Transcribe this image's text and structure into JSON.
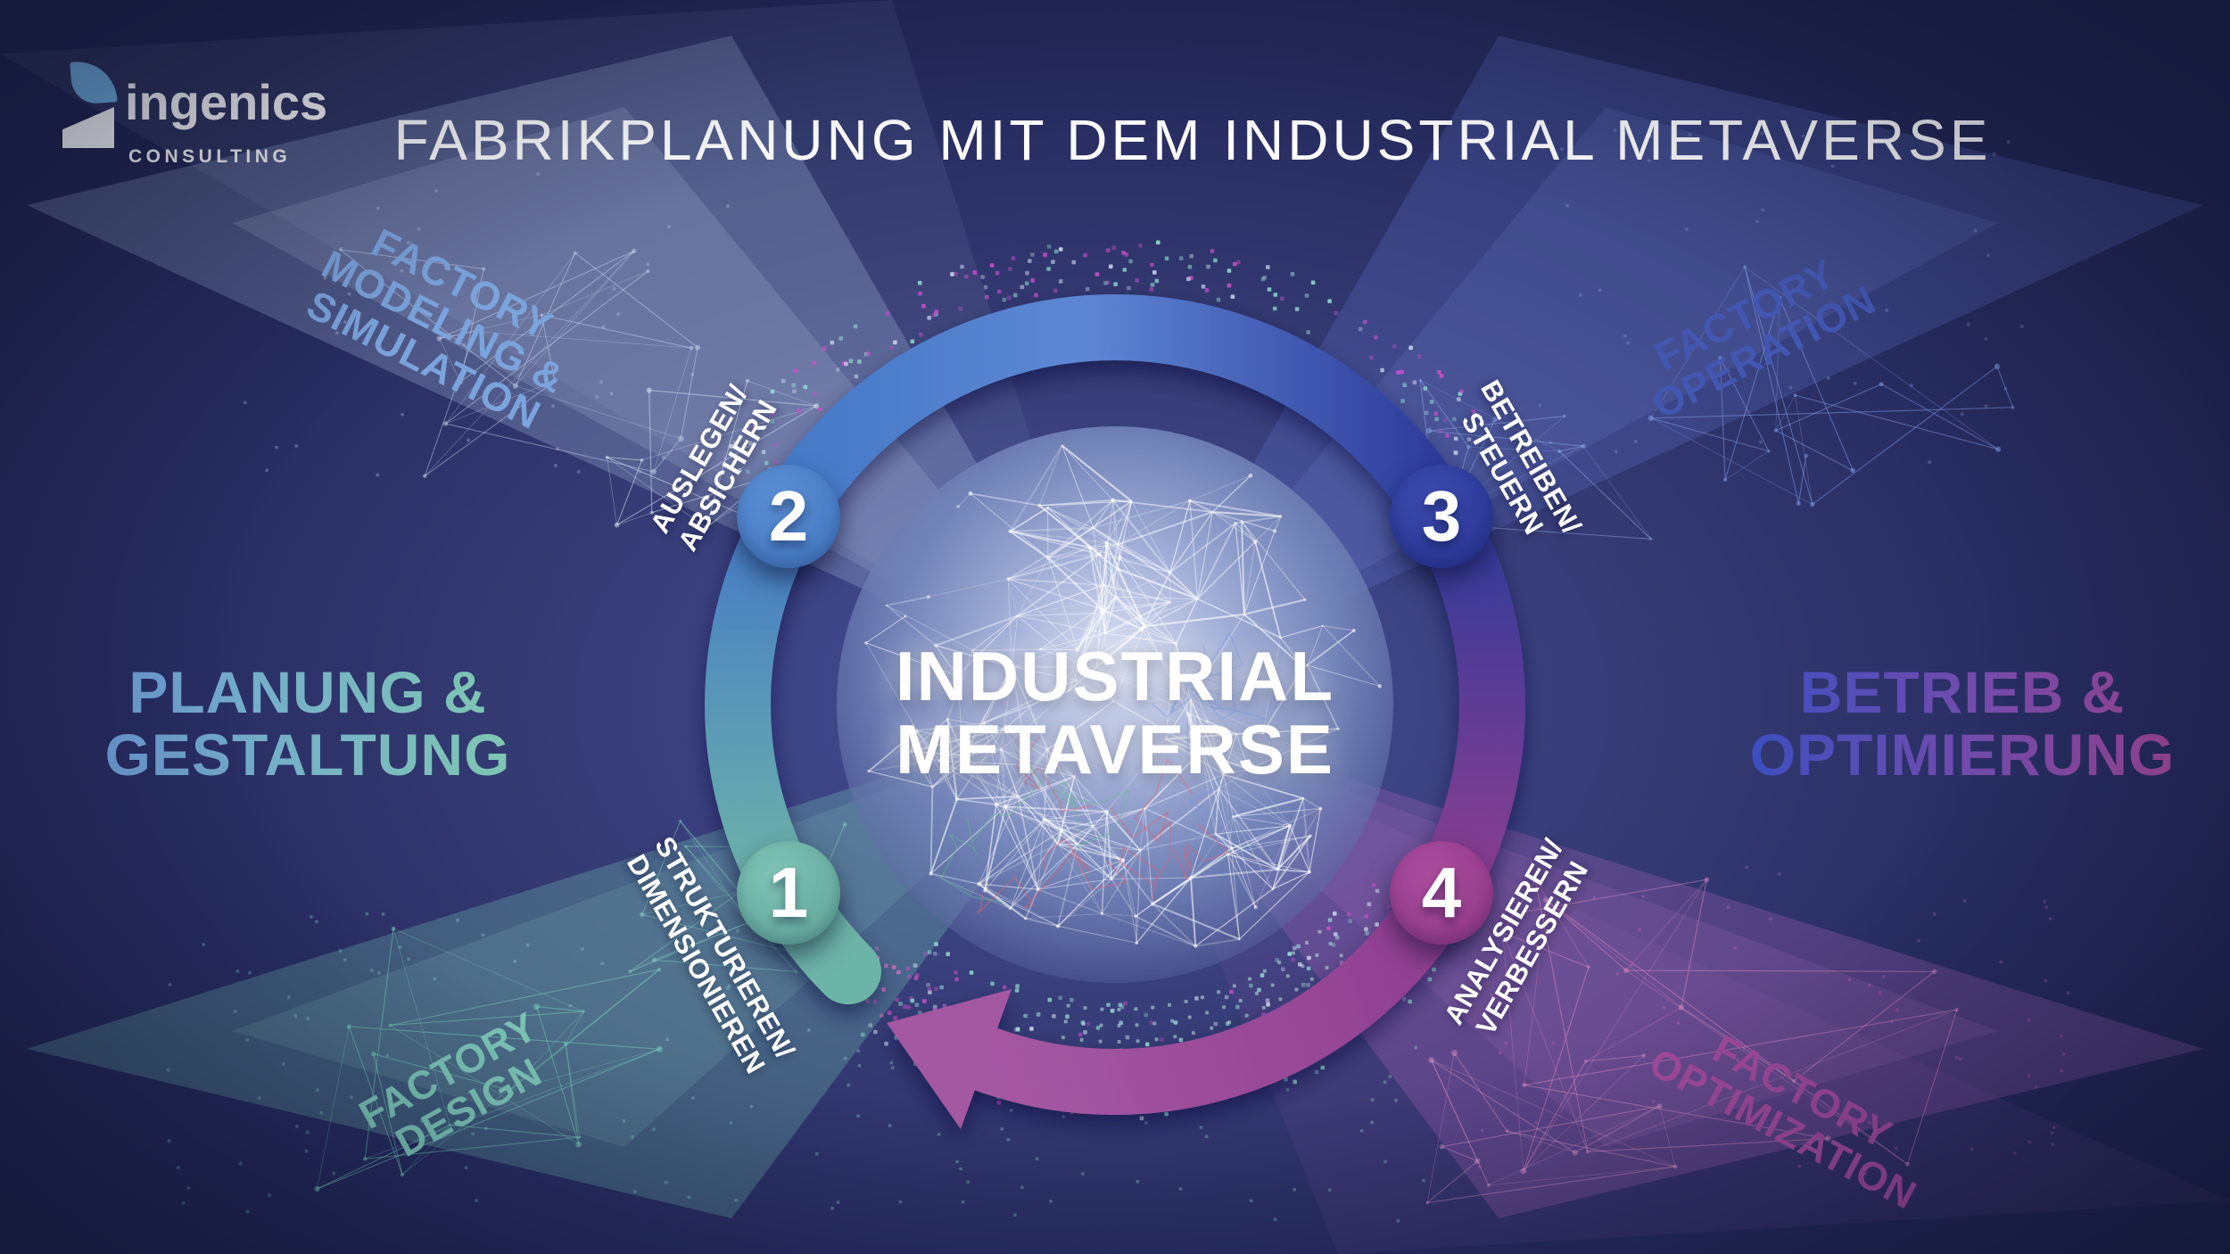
{
  "brand": {
    "name": "ingenics",
    "subtitle": "CONSULTING"
  },
  "title": "FABRIKPLANUNG MIT DEM INDUSTRIAL METAVERSE",
  "center": {
    "line1": "INDUSTRIAL",
    "line2": "METAVERSE"
  },
  "headings": {
    "left": {
      "line1": "PLANUNG &",
      "line2": "GESTALTUNG",
      "gradient_start": "#6f9fd8",
      "gradient_end": "#7fc7b2"
    },
    "right": {
      "line1": "BETRIEB &",
      "line2": "OPTIMIERUNG",
      "gradient_start": "#3c4fc0",
      "gradient_end": "#a4499b"
    }
  },
  "corner_labels": {
    "top_left": {
      "lines": [
        "FACTORY",
        "MODELING &",
        "SIMULATION"
      ],
      "color": "#7ba3dc"
    },
    "top_right": {
      "lines": [
        "FACTORY",
        "OPERATION"
      ],
      "color": "#4257b2"
    },
    "bottom_left": {
      "lines": [
        "FACTORY",
        "DESIGN"
      ],
      "color": "#7fcaba"
    },
    "bottom_right": {
      "lines": [
        "FACTORY",
        "OPTIMIZATION"
      ],
      "color": "#a44b9d"
    }
  },
  "steps": [
    {
      "number": "1",
      "lines": [
        "STRUKTURIEREN/",
        "DIMENSIONIEREN"
      ],
      "color": "#68b2a6"
    },
    {
      "number": "2",
      "lines": [
        "AUSLEGEN/",
        "ABSICHERN"
      ],
      "color": "#4579c6"
    },
    {
      "number": "3",
      "lines": [
        "BETREIBEN/",
        "STEUERN"
      ],
      "color": "#2f3d9c"
    },
    {
      "number": "4",
      "lines": [
        "ANALYSIEREN/",
        "VERBESSERN"
      ],
      "color": "#9c3f90"
    }
  ],
  "colors": {
    "background": "#272c63",
    "ring_teal": "#6db4a8",
    "ring_blue": "#4579c6",
    "ring_light_blue": "#5d87d4",
    "ring_indigo": "#2d3a9a",
    "ring_magenta": "#a558a2"
  }
}
